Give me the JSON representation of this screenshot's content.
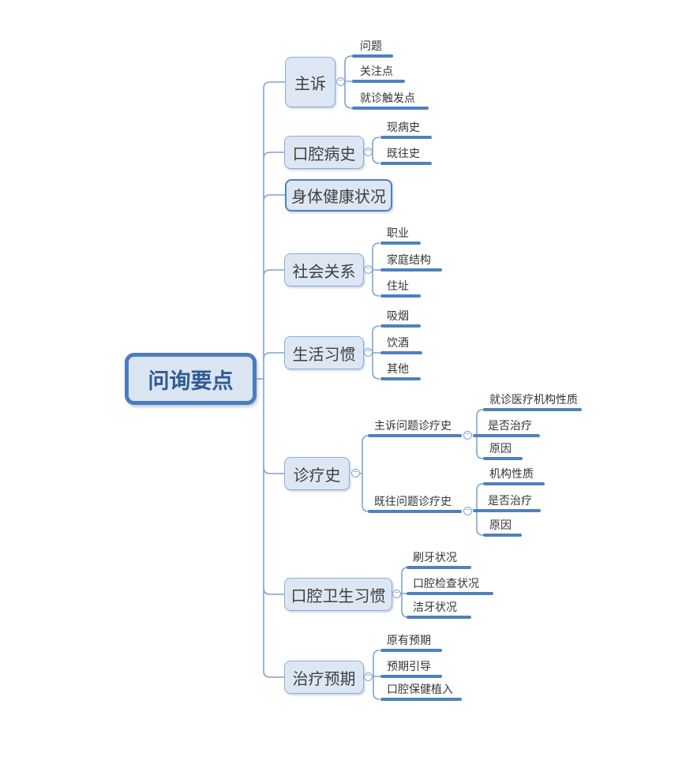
{
  "root": {
    "label": "问询要点"
  },
  "icons": {
    "collapse": "−"
  },
  "colors": {
    "accent": "#4f81bd",
    "node_fill": "#dde7f4",
    "node_border": "#8aacd8",
    "root_border": "#4c7cbe",
    "root_text": "#2f5b95",
    "connector": "#7da3d3"
  },
  "branches": [
    {
      "label": "主诉",
      "children": [
        {
          "label": "问题"
        },
        {
          "label": "关注点"
        },
        {
          "label": "就诊触发点"
        }
      ]
    },
    {
      "label": "口腔病史",
      "children": [
        {
          "label": "现病史"
        },
        {
          "label": "既往史"
        }
      ]
    },
    {
      "label": "身体健康状况",
      "children": []
    },
    {
      "label": "社会关系",
      "children": [
        {
          "label": "职业"
        },
        {
          "label": "家庭结构"
        },
        {
          "label": "住址"
        }
      ]
    },
    {
      "label": "生活习惯",
      "children": [
        {
          "label": "吸烟"
        },
        {
          "label": "饮酒"
        },
        {
          "label": "其他"
        }
      ]
    },
    {
      "label": "诊疗史",
      "children": [
        {
          "label": "主诉问题诊疗史",
          "children": [
            {
              "label": "就诊医疗机构性质"
            },
            {
              "label": "是否治疗"
            },
            {
              "label": "原因"
            }
          ]
        },
        {
          "label": "既往问题诊疗史",
          "children": [
            {
              "label": "机构性质"
            },
            {
              "label": "是否治疗"
            },
            {
              "label": "原因"
            }
          ]
        }
      ]
    },
    {
      "label": "口腔卫生习惯",
      "children": [
        {
          "label": "刷牙状况"
        },
        {
          "label": "口腔检查状况"
        },
        {
          "label": "洁牙状况"
        }
      ]
    },
    {
      "label": "治疗预期",
      "children": [
        {
          "label": "原有预期"
        },
        {
          "label": "预期引导"
        },
        {
          "label": "口腔保健植入"
        }
      ]
    }
  ]
}
